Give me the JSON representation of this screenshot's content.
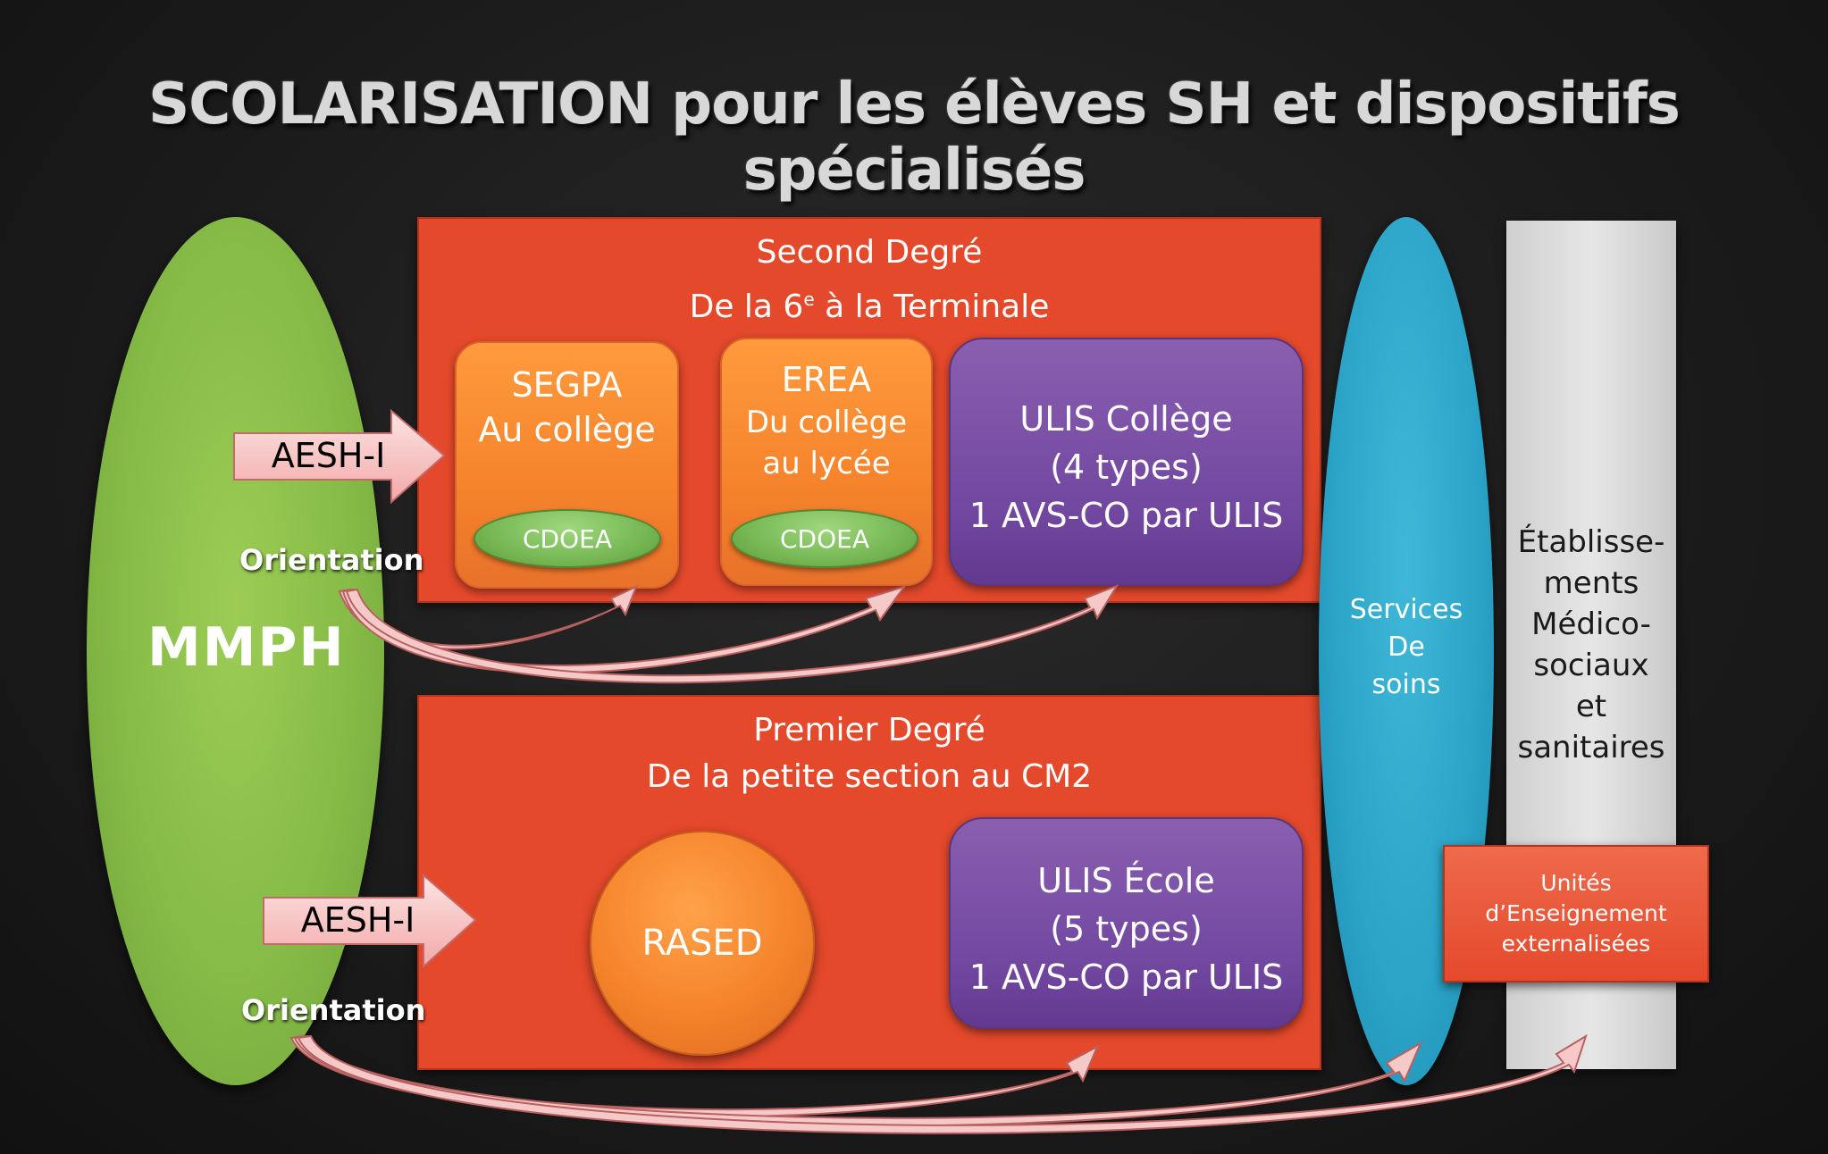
{
  "title": "SCOLARISATION pour les élèves SH et dispositifs spécialisés",
  "mmph": {
    "label": "MMPH",
    "color": "#86bb47"
  },
  "second_degre": {
    "heading_line1": "Second Degré",
    "heading_line2_prefix": "De la 6",
    "heading_line2_sup": "e",
    "heading_line2_suffix": " à la Terminale",
    "segpa": {
      "line1": "SEGPA",
      "line2": "Au collège",
      "badge": "CDOEA"
    },
    "erea": {
      "line1": "EREA",
      "line2": "Du collège",
      "line3": "au lycée",
      "badge": "CDOEA"
    },
    "ulis_college": {
      "line1": "ULIS Collège",
      "line2": "(4 types)",
      "line3": "1 AVS-CO par ULIS"
    }
  },
  "premier_degre": {
    "heading_line1": "Premier Degré",
    "heading_line2": "De la petite section au CM2",
    "rased": "RASED",
    "ulis_ecole": {
      "line1": "ULIS École",
      "line2": "(5 types)",
      "line3": "1 AVS-CO par ULIS"
    }
  },
  "aesh": {
    "top": "AESH-I",
    "bottom": "AESH-I"
  },
  "orientation": {
    "top": "Orientation",
    "bottom": "Orientation"
  },
  "services": {
    "line1": "Services",
    "line2": "De",
    "line3": "soins",
    "color": "#2aa3c7"
  },
  "etablissements": {
    "line1": "Établisse-",
    "line2": "ments",
    "line3": "Médico-",
    "line4": "sociaux",
    "line5": "et",
    "line6": "sanitaires"
  },
  "unites": {
    "line1": "Unités",
    "line2": "d’Enseignement",
    "line3": "externalisées"
  },
  "colors": {
    "section_red": "#e5492b",
    "orange": "#f5832b",
    "purple": "#7147a0",
    "arrow_pink": "#f7c6c6"
  }
}
